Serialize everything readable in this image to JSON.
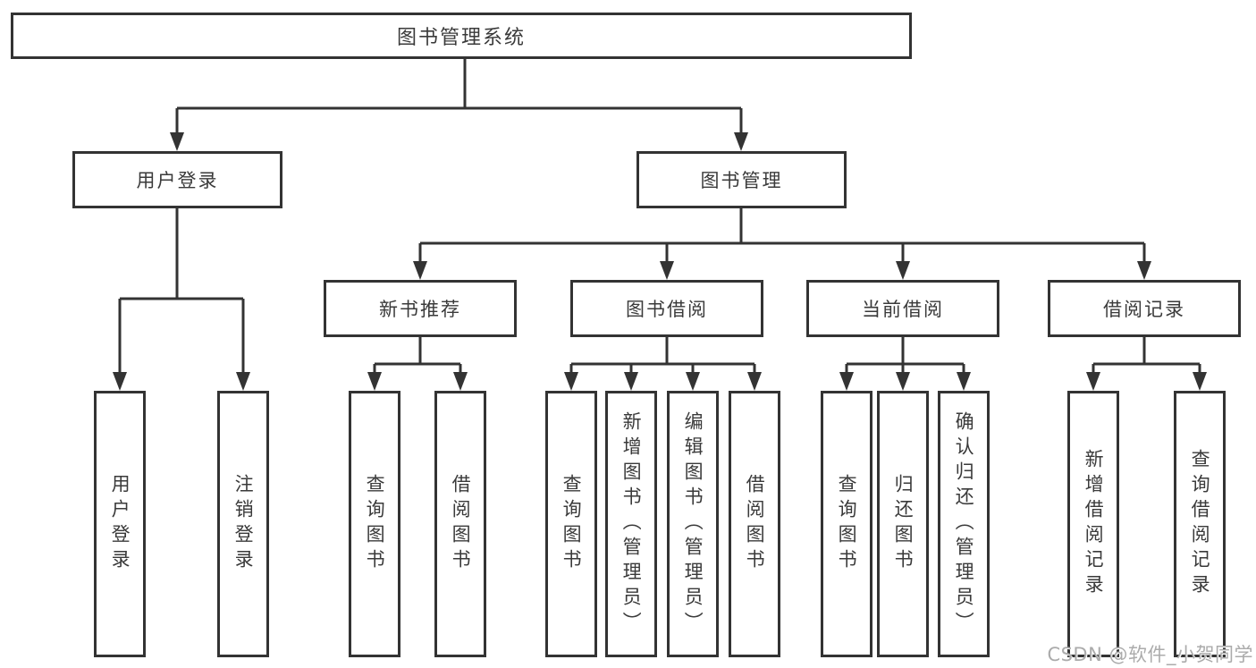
{
  "diagram": {
    "tree": {
      "label": "图书管理系统",
      "children": [
        {
          "label": "用户登录",
          "children": [
            {
              "label": "用户登录"
            },
            {
              "label": "注销登录"
            }
          ]
        },
        {
          "label": "图书管理",
          "children": [
            {
              "label": "新书推荐",
              "children": [
                {
                  "label": "查询图书"
                },
                {
                  "label": "借阅图书"
                }
              ]
            },
            {
              "label": "图书借阅",
              "children": [
                {
                  "label": "查询图书"
                },
                {
                  "label": "新增图书（管理员）"
                },
                {
                  "label": "编辑图书（管理员）"
                },
                {
                  "label": "借阅图书"
                }
              ]
            },
            {
              "label": "当前借阅",
              "children": [
                {
                  "label": "查询图书"
                },
                {
                  "label": "归还图书"
                },
                {
                  "label": "确认归还（管理员）"
                }
              ]
            },
            {
              "label": "借阅记录",
              "children": [
                {
                  "label": "新增借阅记录"
                },
                {
                  "label": "查询借阅记录"
                }
              ]
            }
          ]
        }
      ]
    }
  },
  "watermark": {
    "text": "CSDN @软件_小贺同学"
  },
  "colors": {
    "line": "#333333",
    "text": "#3a3a3a",
    "watermark": "#ababab",
    "background": "#ffffff"
  }
}
